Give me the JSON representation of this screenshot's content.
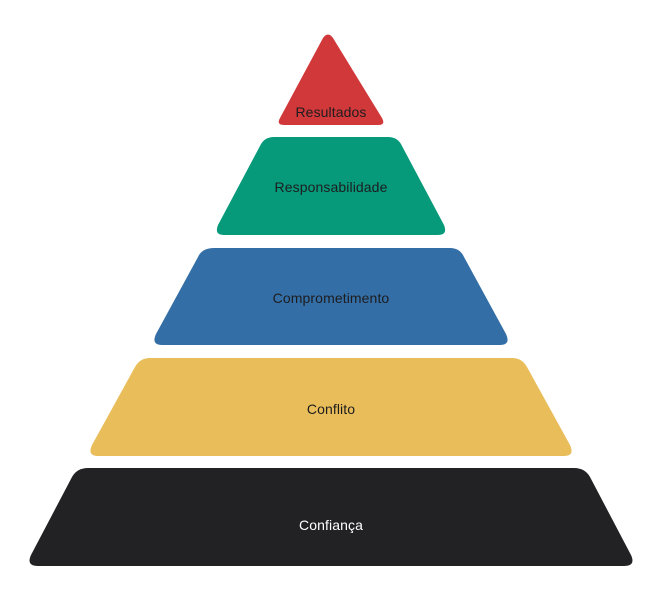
{
  "diagram": {
    "tiers": [
      {
        "label": "Resultados",
        "color": "#d0383a",
        "text_color": "#1d1d1f"
      },
      {
        "label": "Responsabilidade",
        "color": "#069a7b",
        "text_color": "#1d1d1f"
      },
      {
        "label": "Comprometimento",
        "color": "#346ea6",
        "text_color": "#1d1d1f"
      },
      {
        "label": "Conflito",
        "color": "#e9bd59",
        "text_color": "#1d1d1f"
      },
      {
        "label": "Confiança",
        "color": "#222224",
        "text_color": "#ffffff"
      }
    ]
  }
}
